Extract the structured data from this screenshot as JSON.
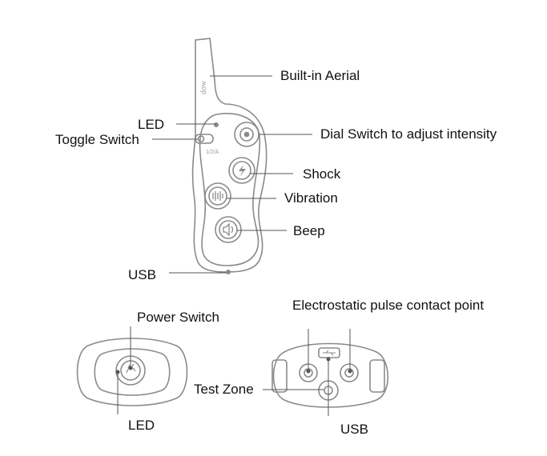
{
  "remote": {
    "brand_text": "dow",
    "mode_text": "1/2/A"
  },
  "labels": {
    "built_in_aerial": "Built-in Aerial",
    "led": "LED",
    "toggle_switch": "Toggle Switch",
    "dial_switch": "Dial Switch to adjust intensity",
    "shock": "Shock",
    "vibration": "Vibration",
    "beep": "Beep",
    "usb": "USB"
  },
  "collar_front": {
    "power_switch": "Power Switch",
    "led": "LED"
  },
  "collar_back": {
    "electrostatic_points": "Electrostatic pulse contact point",
    "test_zone": "Test Zone",
    "usb": "USB"
  },
  "colors": {
    "outline": "#8a8a8a",
    "leader_line": "#555555",
    "text": "#111111"
  }
}
